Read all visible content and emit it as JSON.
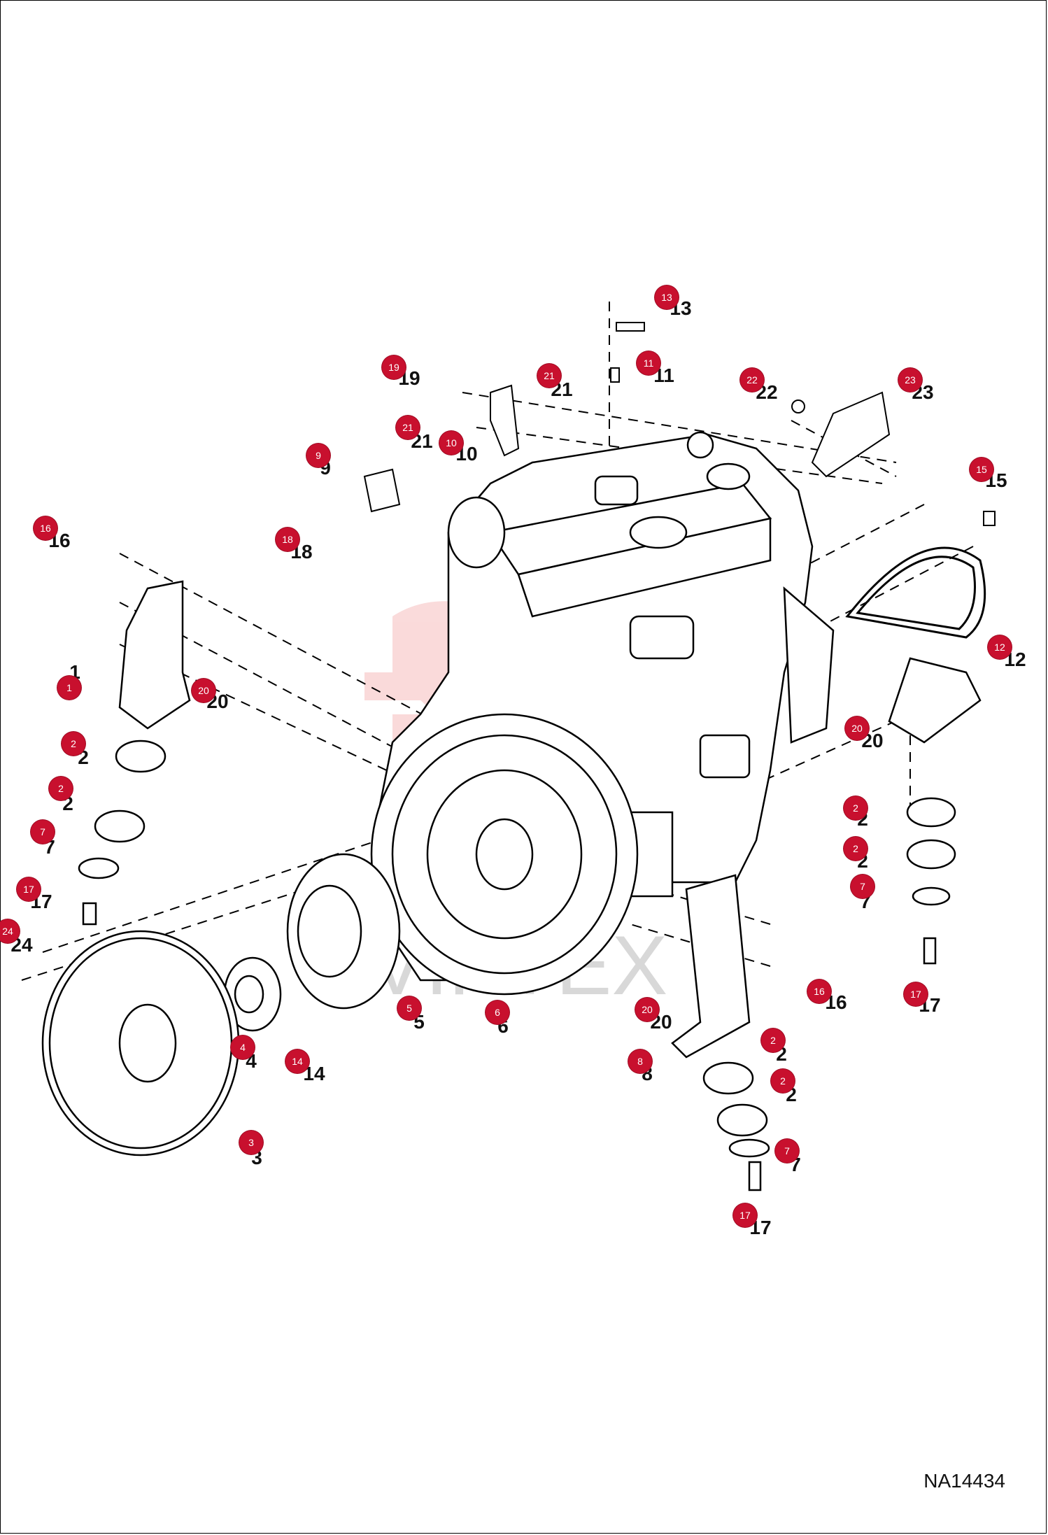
{
  "drawing_number": "NA14434",
  "watermark_text": "VIPTEX",
  "accent_color": "#c8102e",
  "callouts": [
    {
      "part": "13"
    },
    {
      "part": "11"
    },
    {
      "part": "19"
    },
    {
      "part": "21"
    },
    {
      "part": "22"
    },
    {
      "part": "23"
    },
    {
      "part": "21"
    },
    {
      "part": "10"
    },
    {
      "part": "9"
    },
    {
      "part": "15"
    },
    {
      "part": "18"
    },
    {
      "part": "16"
    },
    {
      "part": "1"
    },
    {
      "part": "20"
    },
    {
      "part": "12"
    },
    {
      "part": "2"
    },
    {
      "part": "2"
    },
    {
      "part": "20"
    },
    {
      "part": "7"
    },
    {
      "part": "2"
    },
    {
      "part": "2"
    },
    {
      "part": "17"
    },
    {
      "part": "7"
    },
    {
      "part": "24"
    },
    {
      "part": "16"
    },
    {
      "part": "5"
    },
    {
      "part": "6"
    },
    {
      "part": "17"
    },
    {
      "part": "20"
    },
    {
      "part": "4"
    },
    {
      "part": "8"
    },
    {
      "part": "2"
    },
    {
      "part": "14"
    },
    {
      "part": "2"
    },
    {
      "part": "3"
    },
    {
      "part": "7"
    },
    {
      "part": "17"
    }
  ]
}
